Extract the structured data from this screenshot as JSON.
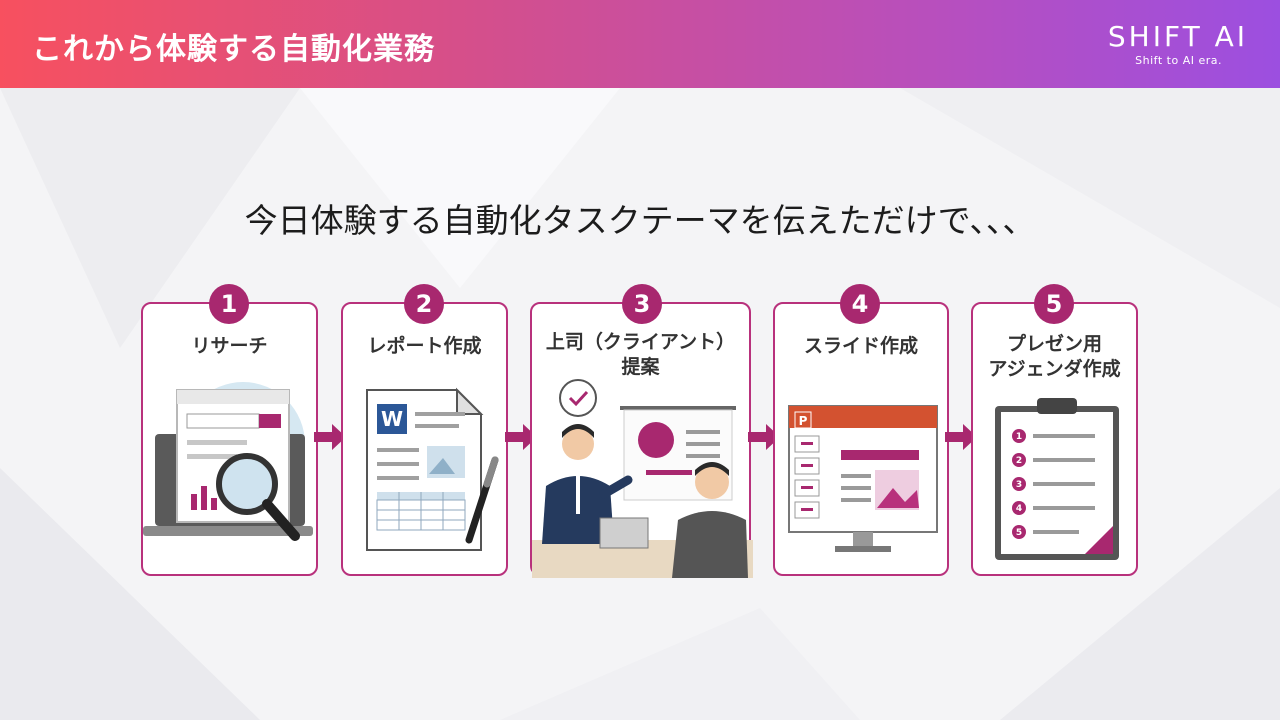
{
  "header": {
    "title": "これから体験する自動化業務"
  },
  "logo": {
    "main": "SHIFT AI",
    "sub": "Shift to AI era."
  },
  "subtitle": "今日体験する自動化タスクテーマを伝えただけで、、、",
  "steps": [
    {
      "number": "1",
      "label": "リサーチ",
      "icon": "magnifier-laptop-icon"
    },
    {
      "number": "2",
      "label": "レポート作成",
      "icon": "word-document-icon"
    },
    {
      "number": "3",
      "label_line1": "上司（クライアント）",
      "label_line2": "提案",
      "icon": "meeting-presentation-icon"
    },
    {
      "number": "4",
      "label": "スライド作成",
      "icon": "powerpoint-monitor-icon"
    },
    {
      "number": "5",
      "label_line1": "プレゼン用",
      "label_line2": "アジェンダ作成",
      "icon": "agenda-clipboard-icon"
    }
  ],
  "word_letter": "W",
  "ppt_letter": "P",
  "agenda_items": [
    "1",
    "2",
    "3",
    "4",
    "5"
  ],
  "colors": {
    "accent": "#a8286f",
    "card_border": "#b8317c",
    "header_start": "#f7505f",
    "header_end": "#9c4fe0"
  }
}
